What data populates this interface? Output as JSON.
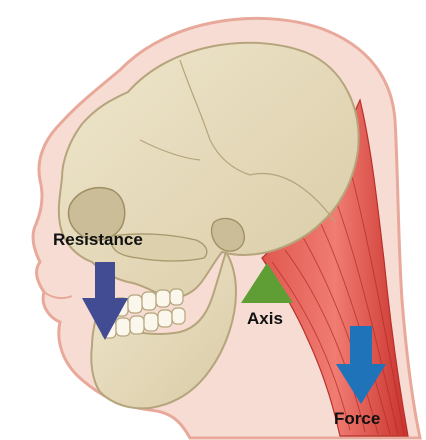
{
  "labels": {
    "resistance": "Resistance",
    "axis": "Axis",
    "force": "Force"
  },
  "colors": {
    "skin": "#f6d7cf",
    "skin_outline": "#e8a99a",
    "bone": "#e7dcc0",
    "bone_shadow": "#cbbd98",
    "muscle": "#d8403a",
    "muscle_light": "#ef8a80",
    "resistance_arrow": "#414c93",
    "axis_triangle": "#5f9e35",
    "force_arrow": "#1f73b9"
  },
  "icons": {
    "resistance": "arrow-down-icon",
    "axis": "triangle-up-icon",
    "force": "arrow-down-icon"
  }
}
